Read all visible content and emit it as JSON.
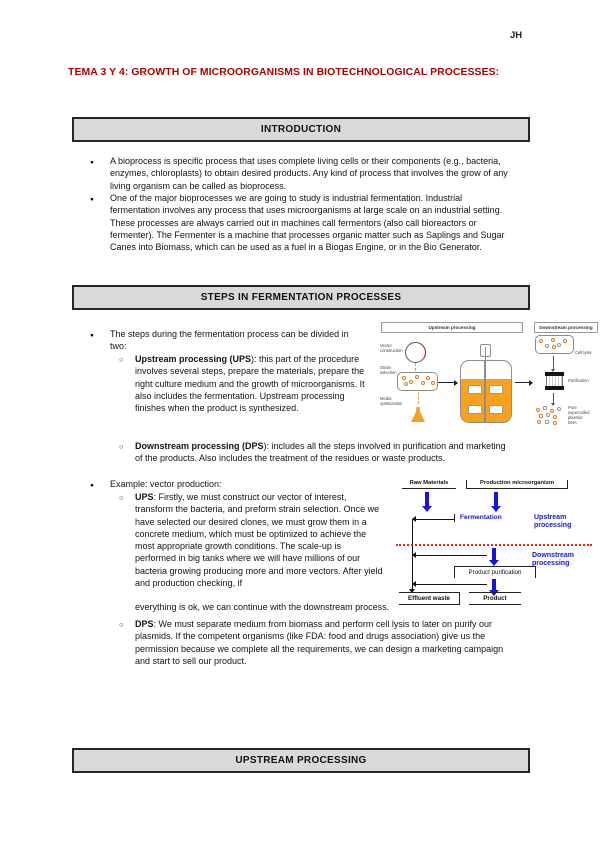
{
  "page": {
    "author_initials": "JH",
    "title": "TEMA 3 Y 4: GROWTH OF MICROORGANISMS IN BIOTECHNOLOGICAL PROCESSES:"
  },
  "colors": {
    "title_red": "#b20000",
    "heading_box_gray": "#d9d9d9",
    "diagram_orange": "#f6a21d",
    "diagram_blue": "#1a12e0",
    "divider_red": "#f42000"
  },
  "sections": {
    "introduction": {
      "heading": "INTRODUCTION",
      "bullets": [
        "A bioprocess is specific process that uses complete living cells or their components (e.g., bacteria, enzymes, chloroplasts) to obtain desired products. Any kind of process that involves the grow of any living organism can be called as bioprocess.",
        "One of the major bioprocesses we are going to study is industrial fermentation. Industrial fermentation involves any process that uses microorganisms at large scale on an industrial setting. These processes are always carried out in machines call fermentors (also call bioreactors or fermenter). The Fermenter is a machine that processes organic matter such as Saplings and Sugar Canes into Biomass, which can be used as a fuel in a Biogas Engine, or in the Bio Generator."
      ]
    },
    "steps": {
      "heading": "STEPS IN FERMENTATION PROCESSES",
      "intro_bullet": "The steps during the fermentation process can be divided in two:",
      "ups": {
        "lead": "Upstream processing (UPS",
        "text": "): this part of the procedure involves several steps, prepare the materials, prepare the right culture medium and the growth of microorganisms. It also includes the fermentation. Upstream processing finishes when the product is synthesized."
      },
      "dps": {
        "lead": "Downstream processing (DPS",
        "text": "): includes all the steps involved in purification and marketing of the products. Also includes the treatment of the residues or waste products."
      },
      "example_bullet": "Example: vector production:",
      "example_ups": {
        "lead": "UPS",
        "text": ": Firstly, we must construct our vector of interest, transform the bacteria, and preform strain selection. Once we have selected our desired clones, we must grow them in a concrete medium, which must be optimized to achieve the most appropriate growth conditions. The scale-up is performed in big tanks where we will have millions of our bacteria growing producing more and more vectors. After yield and production checking, if",
        "tail": "everything is ok, we can continue with the downstream process."
      },
      "example_dps": {
        "lead": "DPS",
        "text": ": We must separate medium from biomass and perform cell lysis to later on purify our plasmids. If the competent organisms (like FDA: food and drugs association) give us the permission because we complete all the requirements, we can design a marketing campaign and start to sell our product."
      }
    },
    "upstream": {
      "heading": "UPSTREAM PROCESSING"
    }
  },
  "diagram1": {
    "upstream_header": "Upstream processing",
    "downstream_header": "Downstream processing",
    "labels": {
      "vector": "Vector construction",
      "strain": "Strain selection",
      "media": "Media optimization",
      "cell_lysis": "Cell lysis",
      "purification": "Purification",
      "plasmid": "Pure supercoiled plasmid DNA"
    }
  },
  "diagram2": {
    "raw_materials": "Raw Materials",
    "production_microorganism": "Production microorganism",
    "fermentation": "Fermentation",
    "upstream_label": "Upstream processing",
    "downstream_label": "Downstream processing",
    "product_purification": "Product purification",
    "effluent_waste": "Effluent waste",
    "product": "Product"
  }
}
